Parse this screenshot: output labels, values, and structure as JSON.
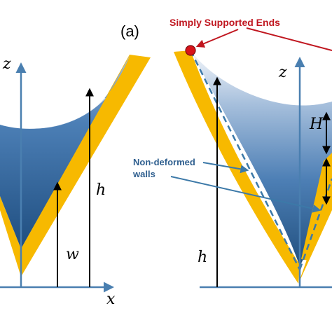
{
  "panel_label": "(a)",
  "callout_ends": "Simply Supported Ends",
  "callout_walls": [
    "Non-deformed",
    "walls"
  ],
  "left_panel": {
    "axis_z": "z",
    "axis_x": "x",
    "label_w": "w",
    "label_h": "h"
  },
  "right_panel": {
    "axis_z": "z",
    "label_H": "H",
    "label_h": "h"
  },
  "colors": {
    "axis": "#4a7fb0",
    "wall": "#f7b900",
    "fluid_dark": "#2c5f94",
    "fluid_light": "#dfe8f4",
    "callout_text": "#c0161f",
    "callout_dot": "#d7141a",
    "walls_text": "#2f5f8f",
    "dash": "#3c79a8"
  }
}
